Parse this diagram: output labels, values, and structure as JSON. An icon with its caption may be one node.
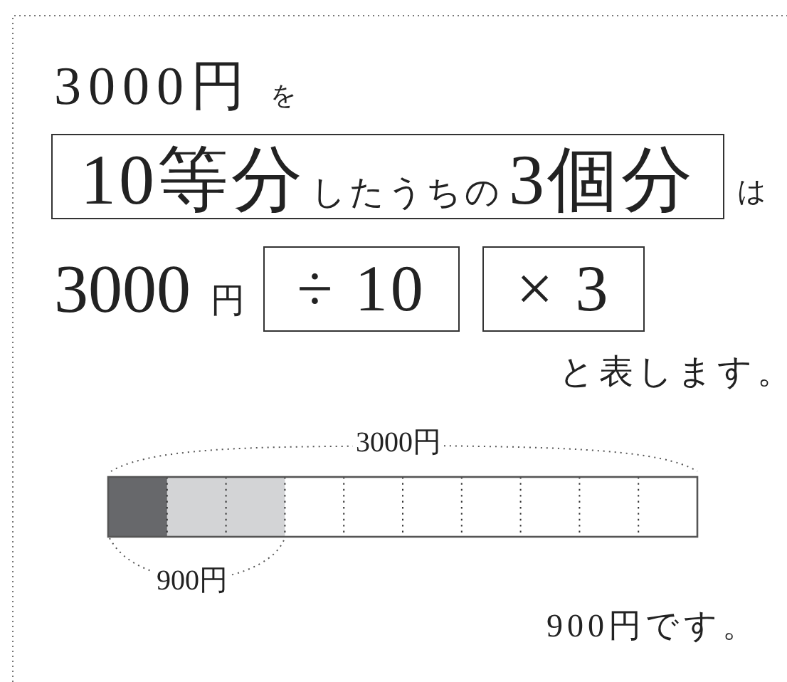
{
  "diagram": {
    "nodes": [
      {
        "text": [
          "10等分",
          "したうちの",
          "3個分"
        ]
      },
      {
        "text": [
          "÷ 10"
        ]
      },
      {
        "text": [
          "× 3"
        ]
      }
    ],
    "labels": [
      "3000円",
      "を",
      "は",
      "3000",
      "円",
      "と表します。",
      "3000円",
      "900円",
      "900円です。"
    ]
  }
}
